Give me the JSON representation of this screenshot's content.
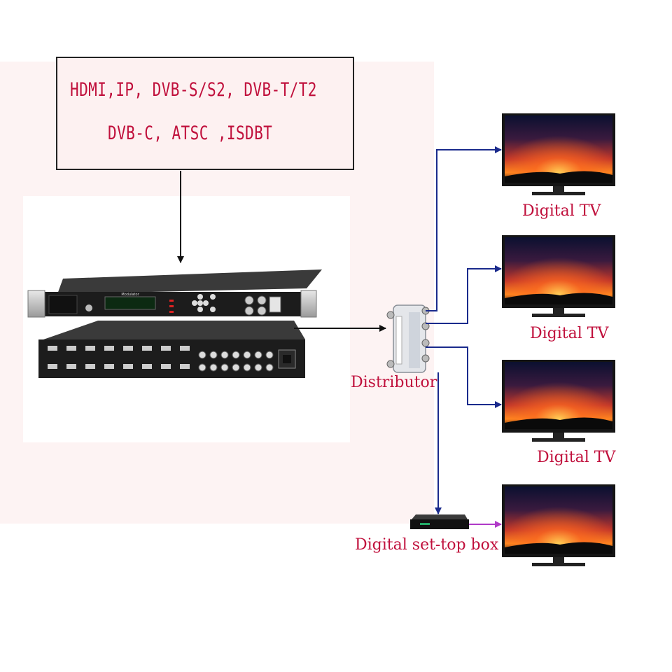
{
  "input_box": {
    "line1": "HDMI,IP, DVB-S/S2, DVB-T/T2",
    "line2": "DVB-C, ATSC ,ISDBT"
  },
  "device": {
    "front_panel_name": "Modulator"
  },
  "labels": {
    "distributor": "Distributor",
    "tv1": "Digital TV",
    "tv2": "Digital TV",
    "tv3": "Digital TV",
    "set_top_box": "Digital set-top box"
  },
  "colors": {
    "input_text": "#c0103c",
    "label_text": "#c0103c",
    "arrow_blue": "#1a2a8c",
    "arrow_magenta": "#b03ac8",
    "arrow_black": "#111111"
  }
}
